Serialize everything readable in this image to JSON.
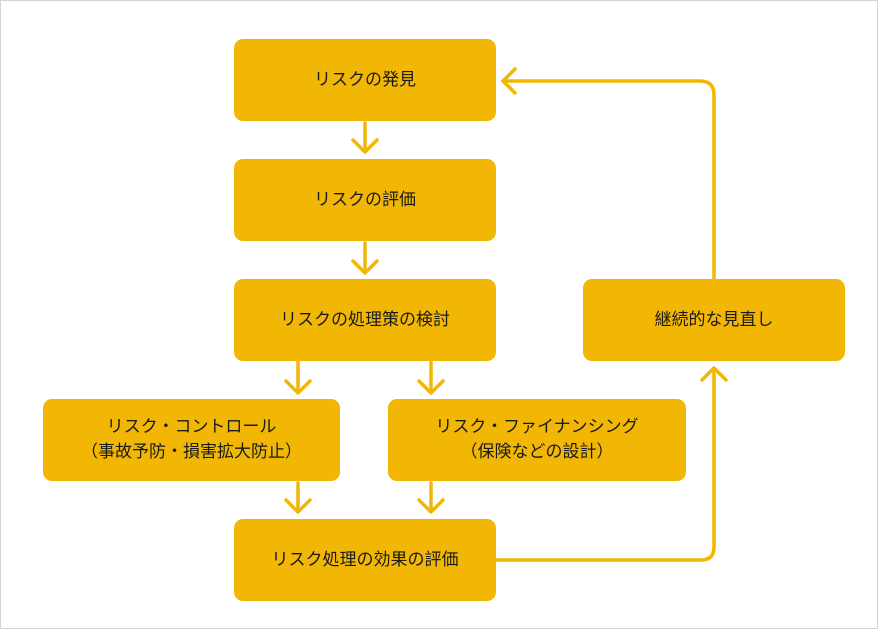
{
  "diagram": {
    "colors": {
      "box_fill": "#f2b705",
      "arrow": "#f2b705",
      "text": "#1a1a1a"
    },
    "nodes": {
      "discover": {
        "label": "リスクの発見"
      },
      "assess": {
        "label": "リスクの評価"
      },
      "consider": {
        "label": "リスクの処理策の検討"
      },
      "control": {
        "line1": "リスク・コントロール",
        "line2": "（事故予防・損害拡大防止）"
      },
      "financing": {
        "line1": "リスク・ファイナンシング",
        "line2": "（保険などの設計）"
      },
      "evaluate": {
        "label": "リスク処理の効果の評価"
      },
      "review": {
        "label": "継続的な見直し"
      }
    }
  }
}
